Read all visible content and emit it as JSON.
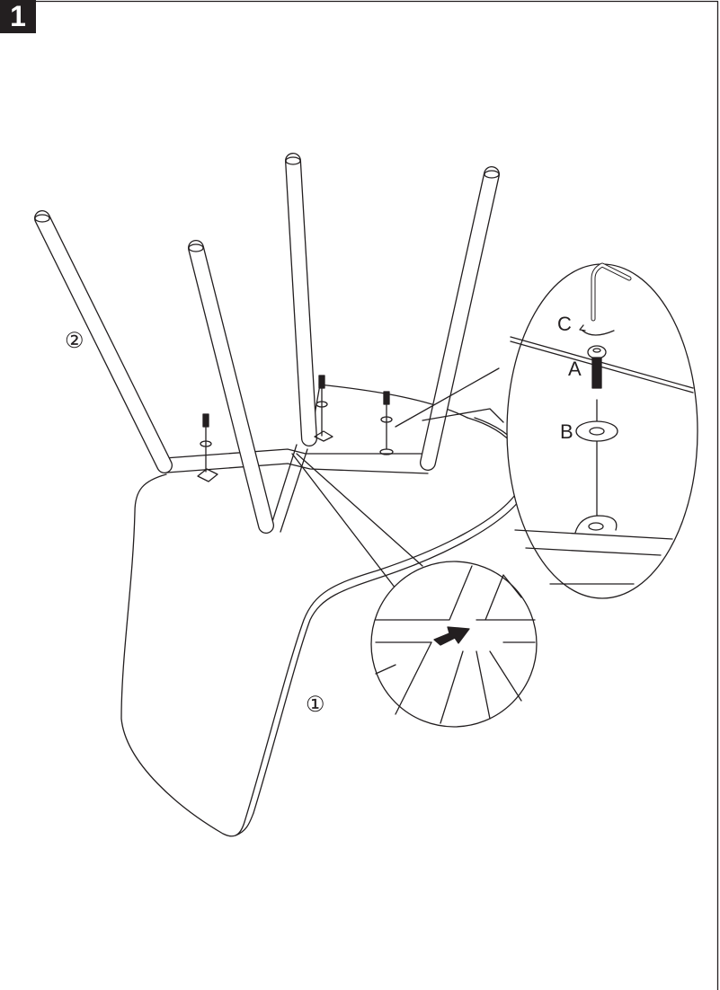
{
  "step": {
    "number": "1"
  },
  "parts": {
    "seat_label": "①",
    "legs_label": "②"
  },
  "hardware": {
    "bolt_label": "A",
    "washer_label": "B",
    "allen_key_label": "C"
  },
  "colors": {
    "ink": "#231f20",
    "background": "#ffffff"
  }
}
